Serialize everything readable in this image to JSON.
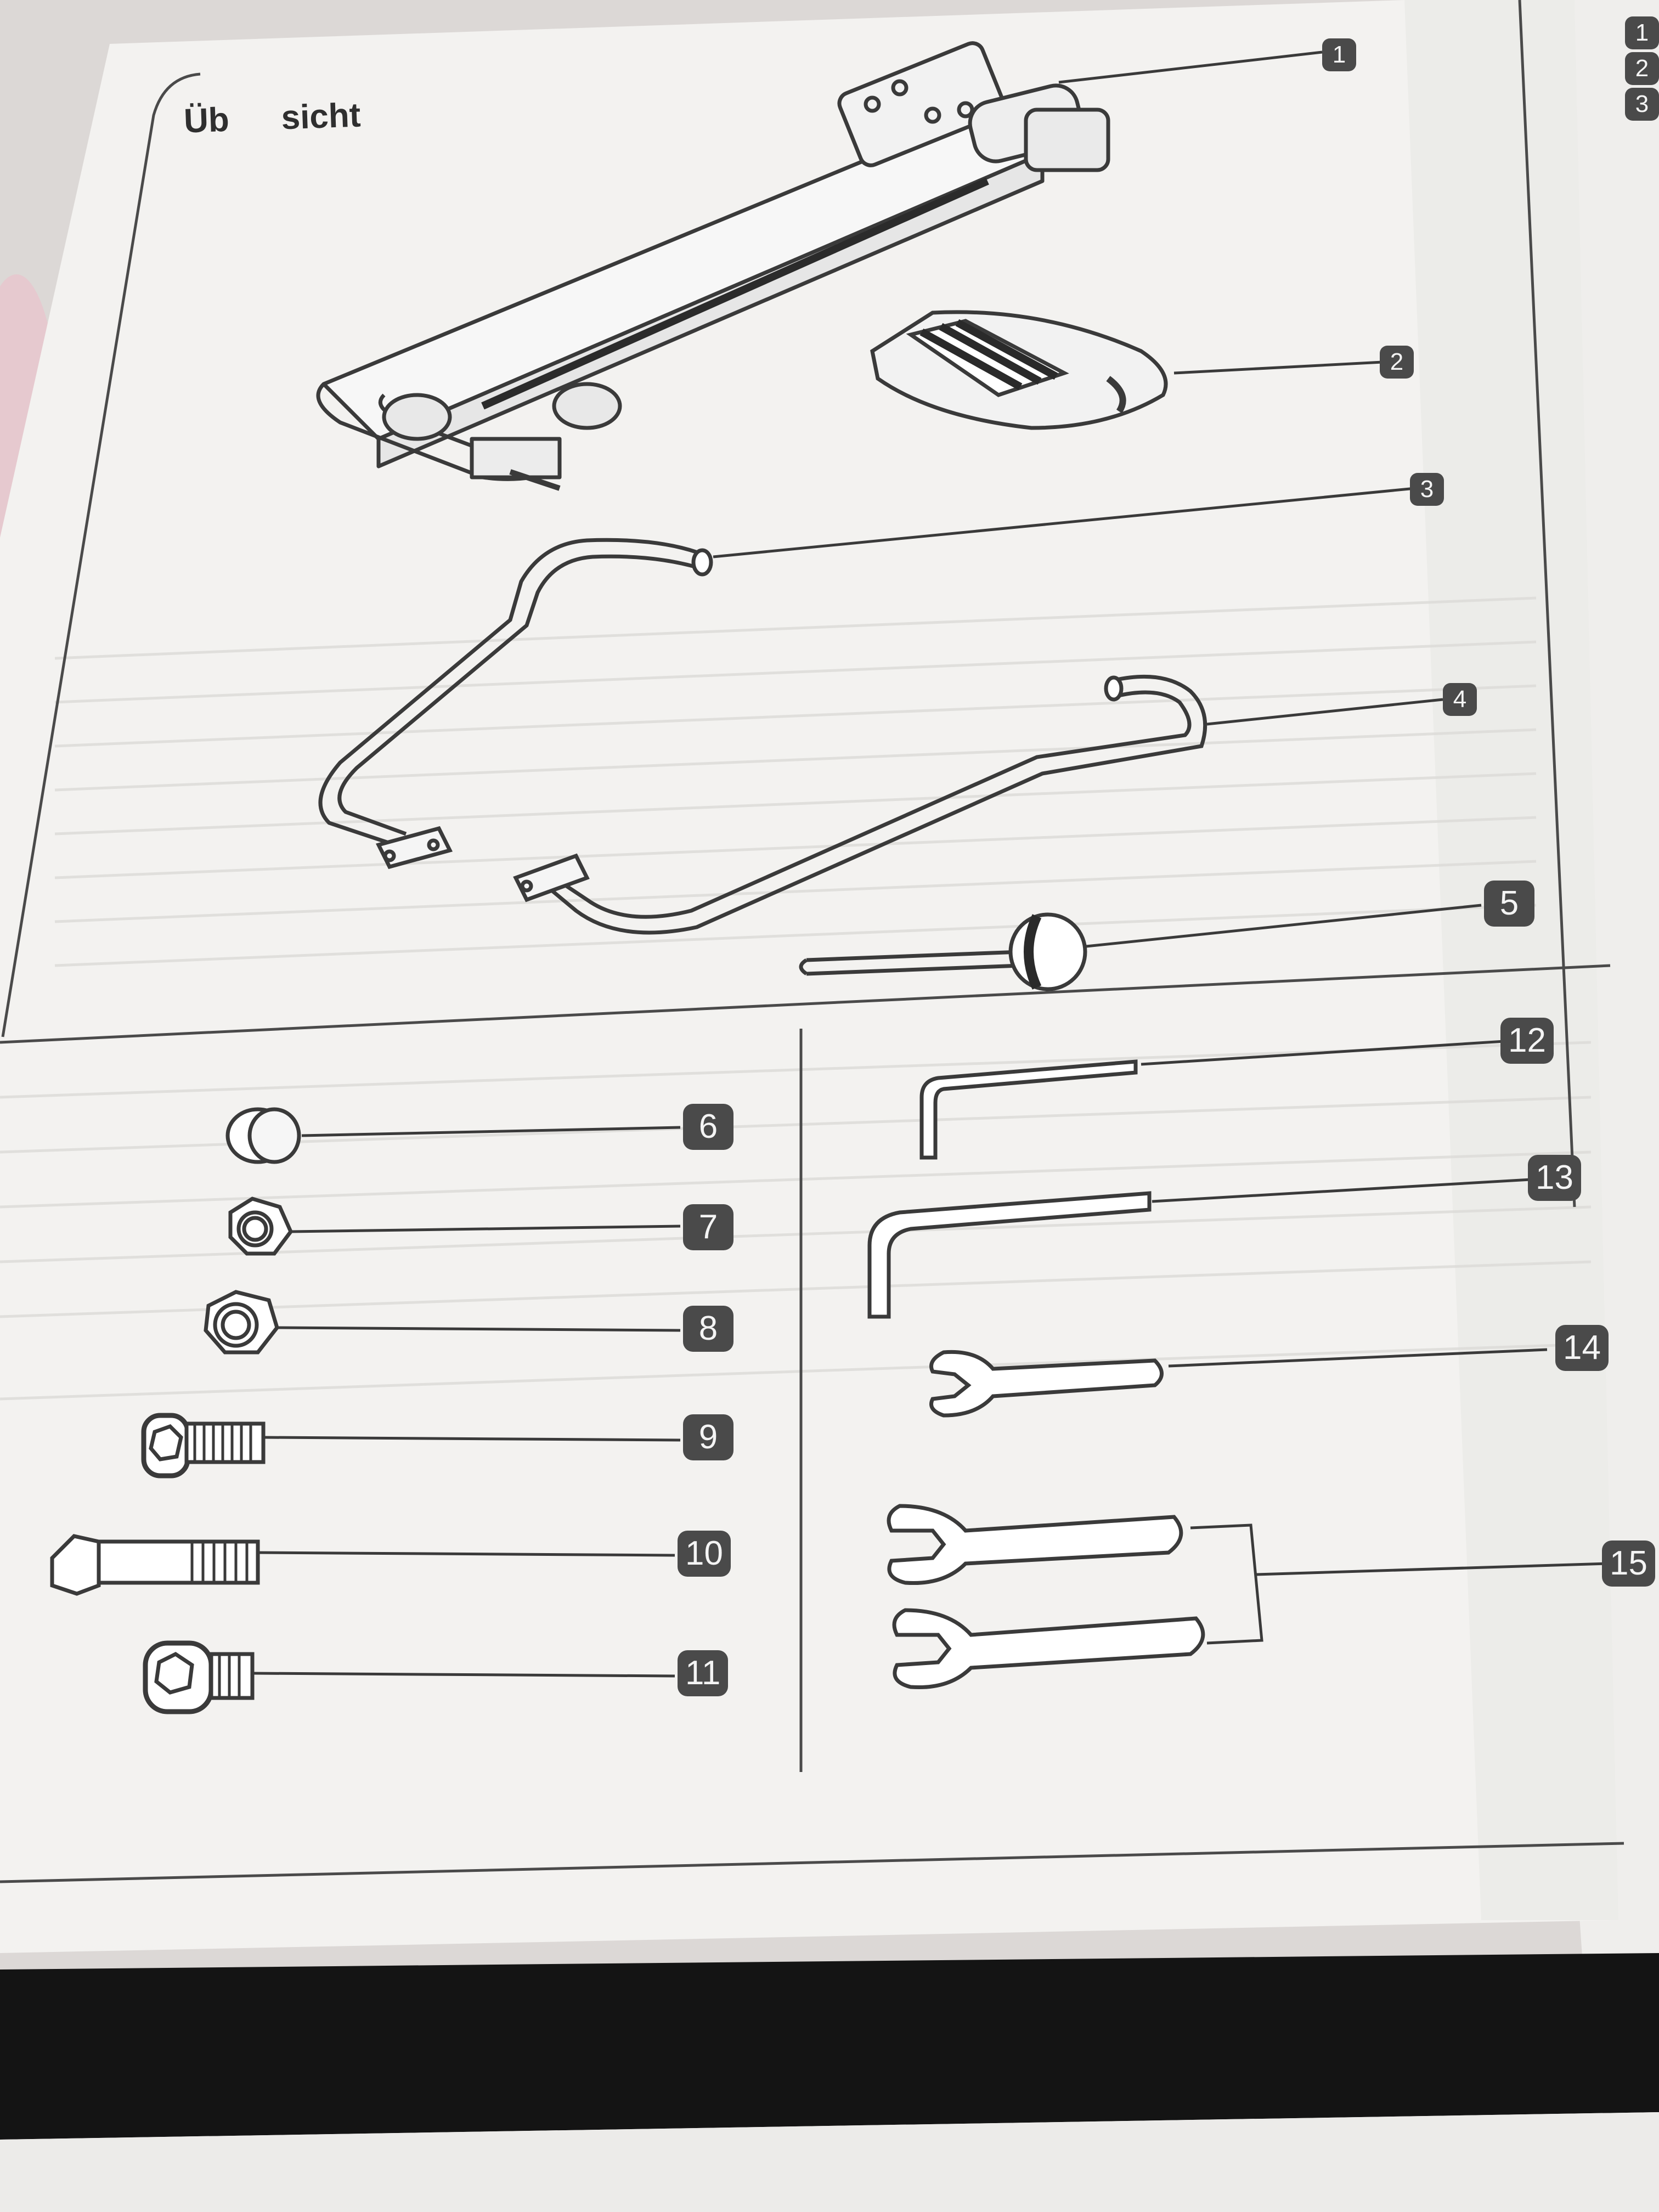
{
  "document": {
    "heading_start": "Üb",
    "heading_end": "sicht"
  },
  "callouts": [
    "1",
    "2",
    "3",
    "4",
    "5",
    "6",
    "7",
    "8",
    "9",
    "10",
    "11",
    "12",
    "13",
    "14",
    "15"
  ],
  "side_tabs": [
    "1",
    "2",
    "3"
  ],
  "colors": {
    "paper": "#f2f1ef",
    "ink": "#3a3a3a",
    "badge": "#4a4a4a",
    "table_cloth": "#d9d6d4",
    "dark_band": "#141414"
  }
}
